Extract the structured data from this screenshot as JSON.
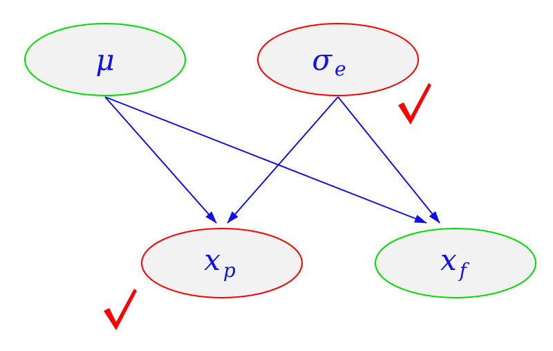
{
  "colors": {
    "observed_border": "#ff0000",
    "latent_border": "#00e000",
    "edge": "#1010ee",
    "label": "#1010ee",
    "node_fill": "#f2f2f2",
    "check": "#ff0000"
  },
  "nodes": {
    "mu": {
      "symbol": "μ",
      "subscript": ""
    },
    "sigma_e": {
      "symbol": "σ",
      "subscript": "e"
    },
    "x_p": {
      "symbol": "x",
      "subscript": "p"
    },
    "x_f": {
      "symbol": "x",
      "subscript": "f"
    }
  },
  "edges": [
    {
      "from": "mu",
      "to": "x_p"
    },
    {
      "from": "mu",
      "to": "x_f"
    },
    {
      "from": "sigma_e",
      "to": "x_p"
    },
    {
      "from": "sigma_e",
      "to": "x_f"
    }
  ],
  "check_marks": [
    "sigma_e",
    "x_p"
  ],
  "icons": {
    "check": "check-mark-icon"
  }
}
